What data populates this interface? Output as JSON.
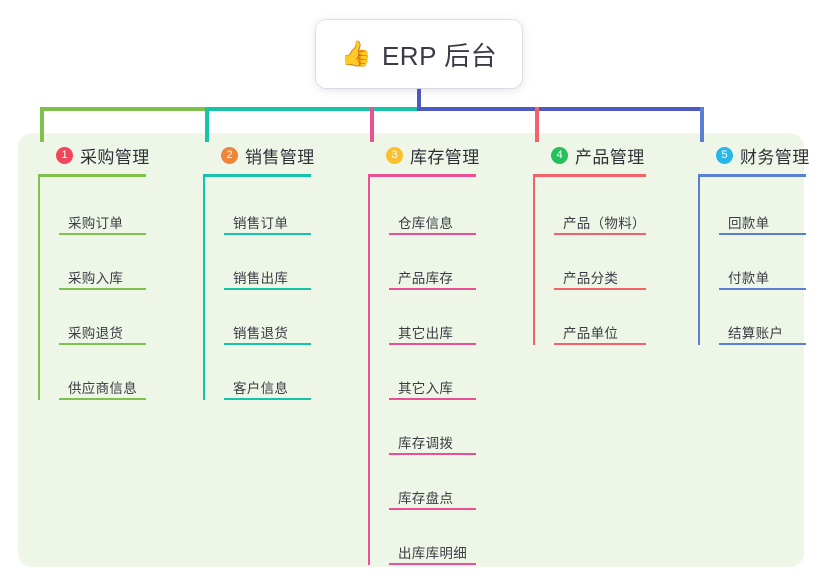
{
  "root": {
    "icon": "thumbs-up-icon",
    "emoji": "👍",
    "title": "ERP 后台"
  },
  "palette": {
    "panel_background": "#eef7e7",
    "page_background": "#ffffff",
    "root_line": "#4e59c4",
    "text": "#3b3b44"
  },
  "columns": [
    {
      "number": "1",
      "title": "采购管理",
      "line_color": "#7ec24b",
      "badge_color": "#f4465a",
      "items": [
        "采购订单",
        "采购入库",
        "采购退货",
        "供应商信息"
      ]
    },
    {
      "number": "2",
      "title": "销售管理",
      "line_color": "#16c4ac",
      "badge_color": "#f08438",
      "items": [
        "销售订单",
        "销售出库",
        "销售退货",
        "客户信息"
      ]
    },
    {
      "number": "3",
      "title": "库存管理",
      "line_color": "#ec4f93",
      "badge_color": "#fcc02e",
      "items": [
        "仓库信息",
        "产品库存",
        "其它出库",
        "其它入库",
        "库存调拨",
        "库存盘点",
        "出库库明细"
      ]
    },
    {
      "number": "4",
      "title": "产品管理",
      "line_color": "#f4616a",
      "badge_color": "#25c05e",
      "items": [
        "产品（物料）",
        "产品分类",
        "产品单位"
      ]
    },
    {
      "number": "5",
      "title": "财务管理",
      "line_color": "#5b7fd4",
      "badge_color": "#29b6e8",
      "items": [
        "回款单",
        "付款单",
        "结算账户"
      ]
    }
  ]
}
